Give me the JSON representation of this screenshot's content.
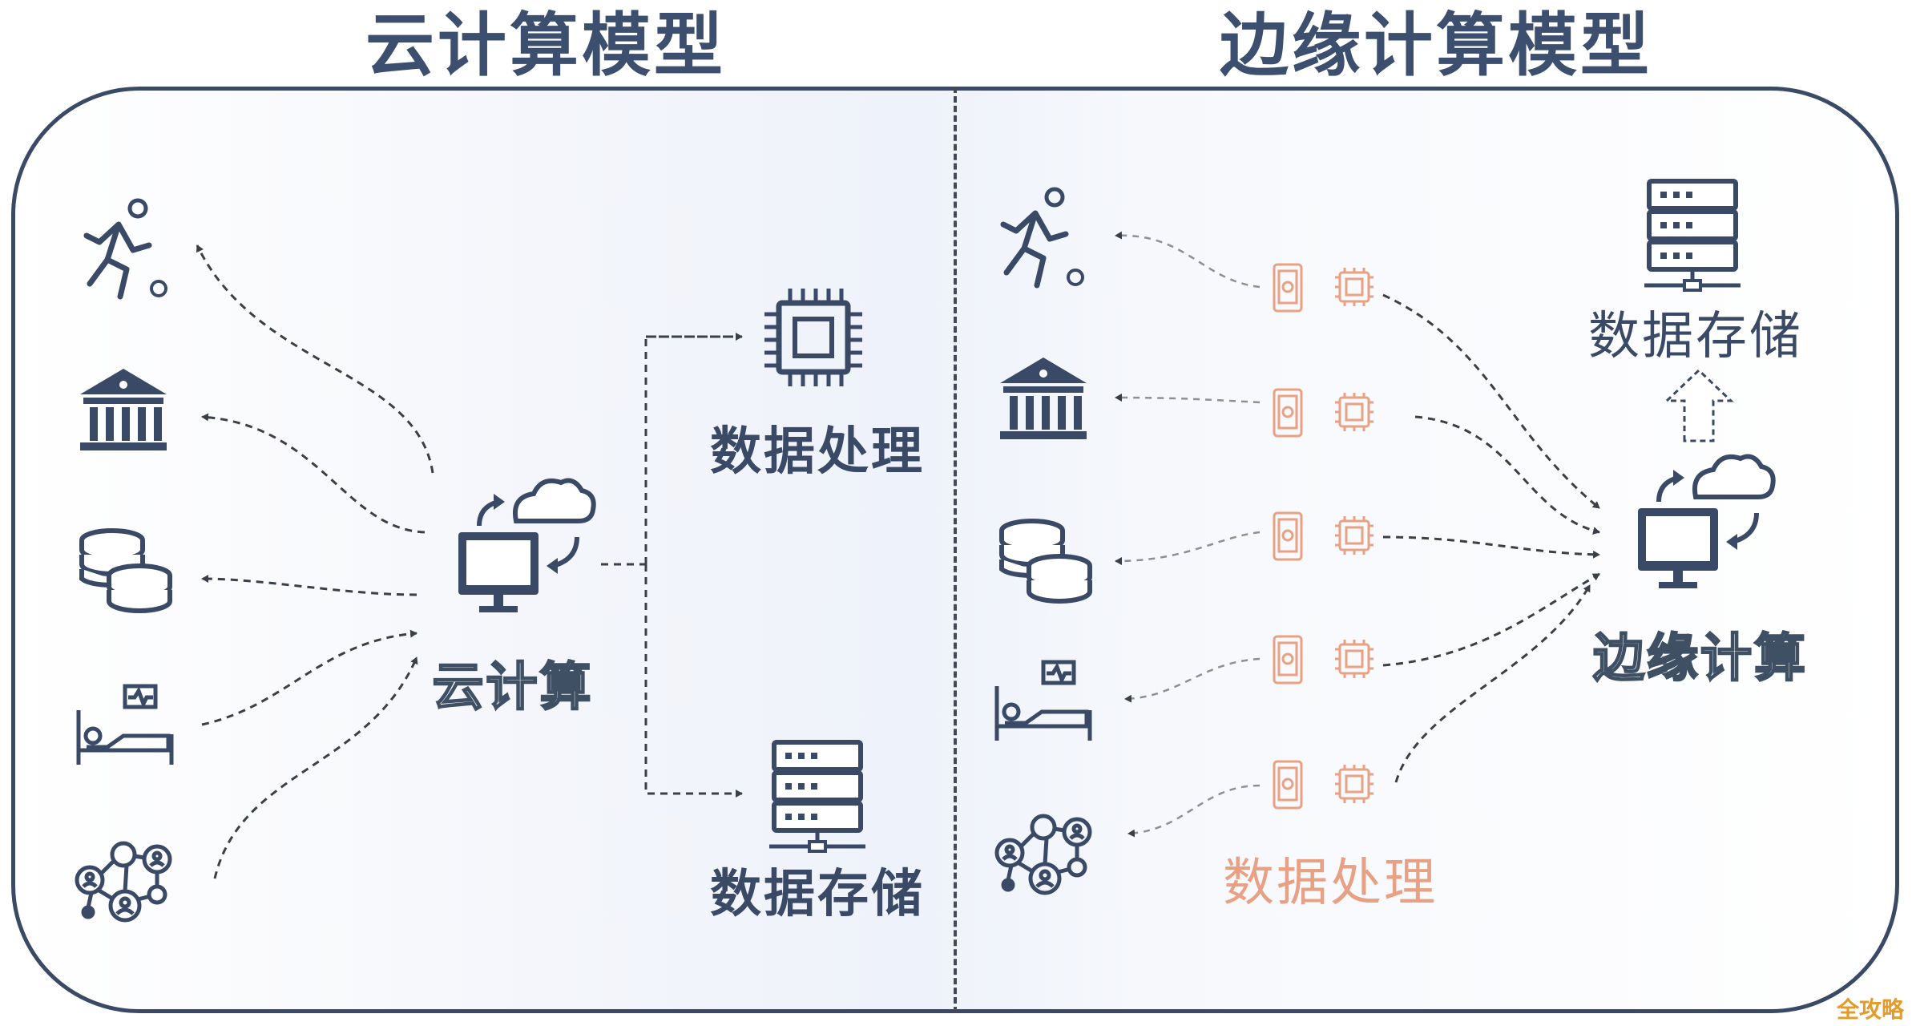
{
  "cloud_model": {
    "title": "云计算模型",
    "center_label": "云计算",
    "outputs": [
      "数据处理",
      "数据存储"
    ]
  },
  "edge_model": {
    "title": "边缘计算模型",
    "center_label": "边缘计算",
    "storage_label": "数据存储",
    "processing_label": "数据处理"
  },
  "terminals": [
    "running-person-icon",
    "bank-icon",
    "coins-icon",
    "hospital-bed-icon",
    "social-network-icon"
  ],
  "edge_nodes": [
    "phone-chip-node",
    "phone-chip-node",
    "phone-chip-node",
    "phone-chip-node",
    "phone-chip-node"
  ],
  "watermark": "全攻略",
  "colors": {
    "primary": "#3a4a66",
    "edge_node": "#e8a184",
    "watermark": "#e39b2a"
  }
}
